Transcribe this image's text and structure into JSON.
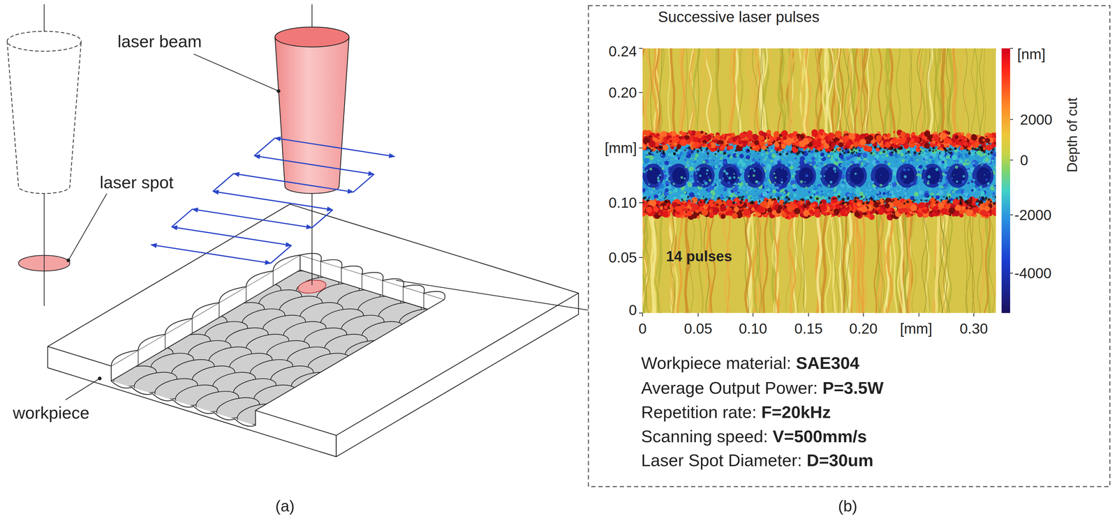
{
  "diagram": {
    "labels": [
      "laser beam",
      "laser spot",
      "workpiece",
      "(a)",
      "Successive laser pulses",
      "0.24",
      "0.20",
      "[mm]",
      "0.10",
      "0.05",
      "0",
      "0",
      "0.05",
      "0.10",
      "0.15",
      "0.20",
      "[mm]",
      "0.30",
      "[nm]",
      "2000",
      "0",
      "-2000",
      "-4000",
      "Depth of cut",
      "14 pulses",
      "Workpiece material:",
      "SAE304",
      "Average Output Power:",
      "P=3.5W",
      "Repetition rate:",
      "F=20kHz",
      "Scanning speed:",
      "V=500mm/s",
      "Laser Spot Diameter:",
      "D=30um",
      "(b)"
    ]
  }
}
